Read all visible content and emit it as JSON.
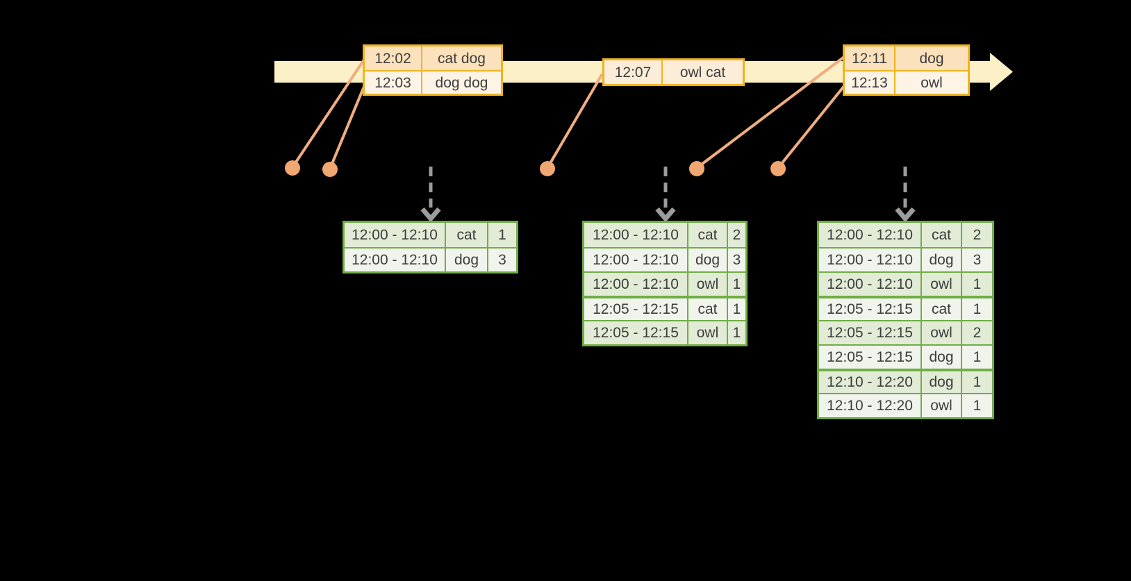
{
  "colors": {
    "background": "#000000",
    "timeline-bar": "#fbf0c6",
    "event-border": "#efb320",
    "event-row-dark": "#fbe1bc",
    "event-row-light": "#fdf4e6",
    "event-row-single": "#fcedd9",
    "connector": "#f0ad80",
    "dot": "#f1a771",
    "result-border": "#70ad47",
    "result-row-dark": "#e1ebd5",
    "result-row-light": "#f1f4ed",
    "trigger-arrow": "#9c9c9c",
    "text": "#3d3d3d"
  },
  "timeline": {
    "event_tables": [
      {
        "rows": [
          {
            "time": "12:02",
            "words": "cat dog"
          },
          {
            "time": "12:03",
            "words": "dog dog"
          }
        ]
      },
      {
        "rows": [
          {
            "time": "12:07",
            "words": "owl cat"
          }
        ]
      },
      {
        "rows": [
          {
            "time": "12:11",
            "words": "dog"
          },
          {
            "time": "12:13",
            "words": "owl"
          }
        ]
      }
    ]
  },
  "result_tables": [
    {
      "rows": [
        {
          "window": "12:00 - 12:10",
          "word": "cat",
          "count": "1"
        },
        {
          "window": "12:00 - 12:10",
          "word": "dog",
          "count": "3"
        }
      ]
    },
    {
      "rows": [
        {
          "window": "12:00 - 12:10",
          "word": "cat",
          "count": "2"
        },
        {
          "window": "12:00 - 12:10",
          "word": "dog",
          "count": "3"
        },
        {
          "window": "12:00 - 12:10",
          "word": "owl",
          "count": "1"
        },
        {
          "window": "12:05 - 12:15",
          "word": "cat",
          "count": "1",
          "group_start": true
        },
        {
          "window": "12:05 - 12:15",
          "word": "owl",
          "count": "1"
        }
      ]
    },
    {
      "rows": [
        {
          "window": "12:00 - 12:10",
          "word": "cat",
          "count": "2"
        },
        {
          "window": "12:00 - 12:10",
          "word": "dog",
          "count": "3"
        },
        {
          "window": "12:00 - 12:10",
          "word": "owl",
          "count": "1"
        },
        {
          "window": "12:05 - 12:15",
          "word": "cat",
          "count": "1",
          "group_start": true
        },
        {
          "window": "12:05 - 12:15",
          "word": "owl",
          "count": "2"
        },
        {
          "window": "12:05 - 12:15",
          "word": "dog",
          "count": "1"
        },
        {
          "window": "12:10 - 12:20",
          "word": "dog",
          "count": "1",
          "group_start": true
        },
        {
          "window": "12:10 - 12:20",
          "word": "owl",
          "count": "1"
        }
      ]
    }
  ]
}
